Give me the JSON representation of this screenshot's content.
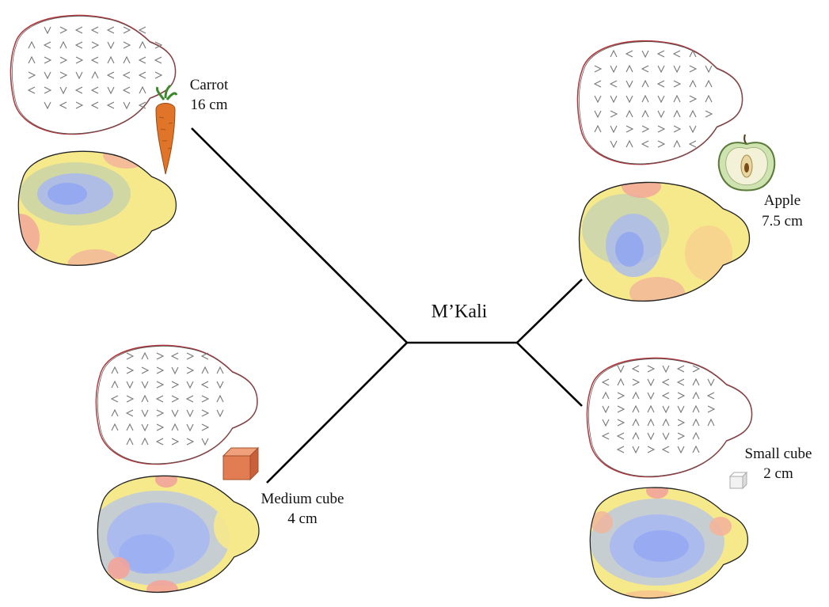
{
  "center": {
    "label": "M’Kali"
  },
  "items": [
    {
      "id": "carrot",
      "name": "Carrot",
      "size": "16 cm",
      "object_icon": "carrot-icon"
    },
    {
      "id": "apple",
      "name": "Apple",
      "size": "7.5 cm",
      "object_icon": "apple-half-icon"
    },
    {
      "id": "medium-cube",
      "name": "Medium cube",
      "size": "4 cm",
      "object_icon": "orange-cube-icon"
    },
    {
      "id": "small-cube",
      "name": "Small cube",
      "size": "2 cm",
      "object_icon": "white-cube-icon"
    }
  ],
  "colors": {
    "outline_red": "#b0353a",
    "heat_high": "#f08a84",
    "heat_mid": "#f7e88a",
    "heat_low": "#a9b9f0",
    "line": "#000000"
  }
}
